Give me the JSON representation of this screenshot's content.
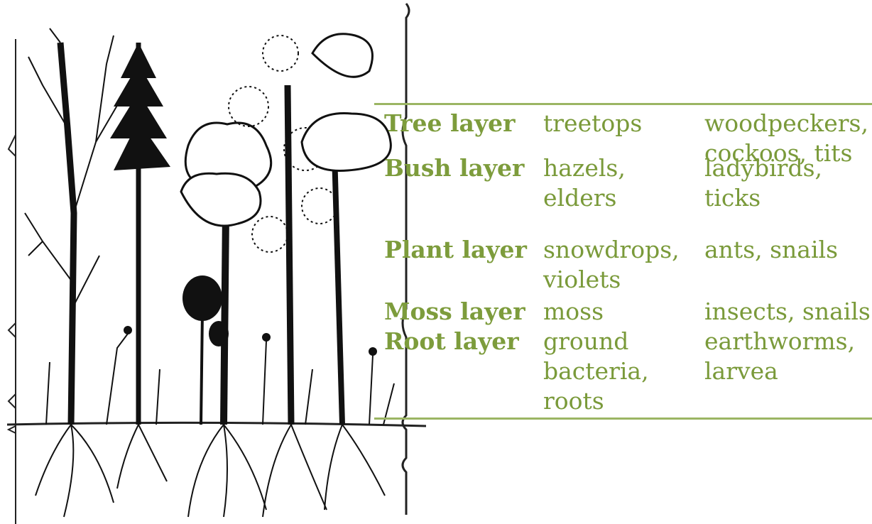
{
  "layers": [
    {
      "name": "Tree layer",
      "habitat": [
        "treetops"
      ],
      "fauna": [
        "woodpeckers,",
        "cockoos, tits"
      ]
    },
    {
      "name": "Bush layer",
      "habitat": [
        "hazels,",
        "elders"
      ],
      "fauna": [
        "ladybirds,",
        "ticks"
      ]
    },
    {
      "name": "Plant layer",
      "habitat": [
        "snowdrops,",
        "violets"
      ],
      "fauna": [
        "ants, snails"
      ]
    },
    {
      "name": "Moss layer",
      "habitat": [
        "moss"
      ],
      "fauna": [
        "insects, snails"
      ]
    },
    {
      "name": "Root layer",
      "habitat": [
        "ground",
        "bacteria,",
        "roots"
      ],
      "fauna": [
        "earthworms,",
        "larvea"
      ]
    }
  ],
  "colors": {
    "text": "#7a9a3a",
    "rule": "#9bb563",
    "ink": "#111111"
  }
}
